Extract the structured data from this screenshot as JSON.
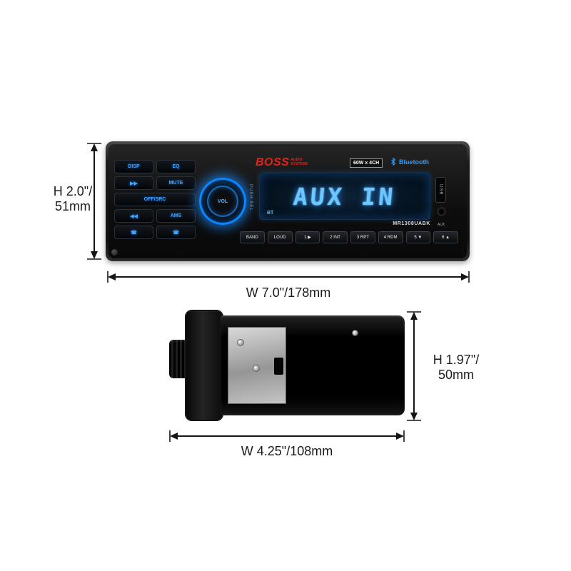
{
  "stereo": {
    "brand": "BOSS",
    "brand_sub": "AUDIO SYSTEMS",
    "power_badge": "60W x 4CH",
    "bluetooth_label": "Bluetooth",
    "display_main": "AUX IN",
    "display_bt": "BT",
    "model": "MR1308UABK",
    "knob_label": "VOL",
    "knob_hint": "PUSH SEL",
    "usb_label": "USB",
    "aux_label": "AUX",
    "left_buttons": [
      "DISP",
      "EQ",
      "▶▶",
      "MUTE",
      "OFF/SRC",
      "◀◀",
      "AMS",
      "☎",
      "☎"
    ],
    "bottom_buttons": [
      "BAND",
      "LOUD",
      "1 ▶",
      "2 INT",
      "3 RPT",
      "4 RDM",
      "5 ▼",
      "6 ▲"
    ]
  },
  "dims": {
    "front_height_l1": "H 2.0\"/",
    "front_height_l2": "51mm",
    "front_width": "W 7.0\"/178mm",
    "unit_height_l1": "H 1.97\"/",
    "unit_height_l2": "50mm",
    "unit_width": "W 4.25\"/108mm"
  }
}
